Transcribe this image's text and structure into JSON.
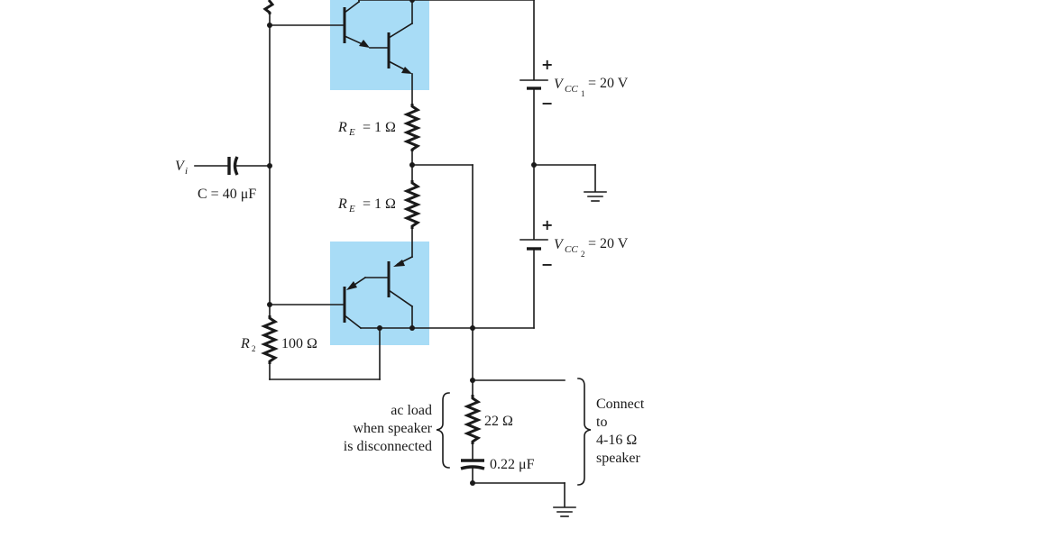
{
  "colors": {
    "transistor_highlight": "#a8dcf6",
    "ink": "#1a1a1a"
  },
  "source": {
    "label": "V",
    "sub": "i"
  },
  "capacitor_c": {
    "label": "C = 40 μF"
  },
  "re_top": {
    "symbol": "R",
    "sub": "E",
    "value": "= 1 Ω"
  },
  "re_bottom": {
    "symbol": "R",
    "sub": "E",
    "value": "= 1 Ω"
  },
  "r2": {
    "symbol": "R",
    "sub": "2",
    "value": "100 Ω"
  },
  "vcc1": {
    "plus": "+",
    "minus": "−",
    "symbol": "V",
    "sub": "CC",
    "subsub": "1",
    "value": "= 20 V"
  },
  "vcc2": {
    "plus": "+",
    "minus": "−",
    "symbol": "V",
    "sub": "CC",
    "subsub": "2",
    "value": "= 20 V"
  },
  "ac_load_note": [
    "ac load",
    "when speaker",
    "is disconnected"
  ],
  "load_resistor": {
    "value": "22 Ω"
  },
  "load_capacitor": {
    "value": "0.22 μF"
  },
  "speaker_note": [
    "Connect",
    "to",
    "4-16 Ω",
    "speaker"
  ]
}
